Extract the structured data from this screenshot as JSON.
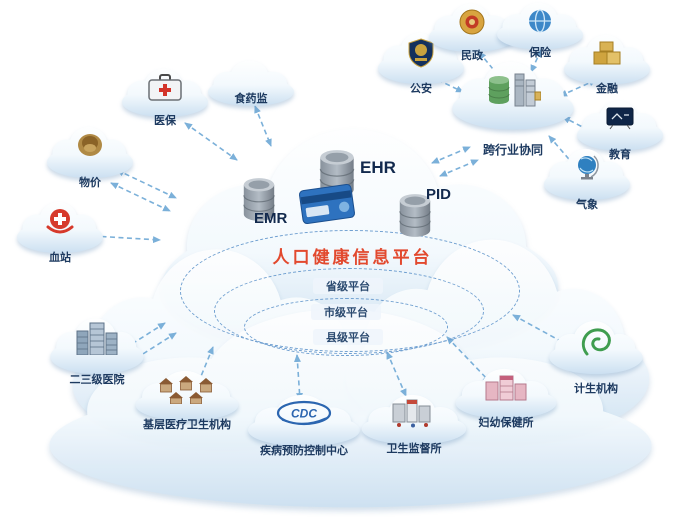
{
  "diagram": {
    "title": "人口健康信息平台",
    "levels": [
      "省级平台",
      "市级平台",
      "县级平台"
    ],
    "databases": {
      "emr": "EMR",
      "ehr": "EHR",
      "pid": "PID"
    },
    "cross_industry_label": "跨行业协同"
  },
  "nodes": {
    "yibao": {
      "label": "医保",
      "icon": "first-aid-case-icon"
    },
    "shiyaojian": {
      "label": "食药监",
      "icon": "cloud-icon"
    },
    "wujia": {
      "label": "物价",
      "icon": "bronze-emblem-icon"
    },
    "xuezhan": {
      "label": "血站",
      "icon": "blood-cross-icon"
    },
    "gongan": {
      "label": "公安",
      "icon": "police-shield-icon"
    },
    "minzheng": {
      "label": "民政",
      "icon": "gold-emblem-icon"
    },
    "baoxian": {
      "label": "保险",
      "icon": "globe-icon"
    },
    "jinrong": {
      "label": "金融",
      "icon": "gold-boxes-icon"
    },
    "jiaoyu": {
      "label": "教育",
      "icon": "blackboard-icon"
    },
    "qixiang": {
      "label": "气象",
      "icon": "globe-stand-icon"
    },
    "kuahangye": {
      "label": "跨行业协同",
      "icon": "server-stack-icon"
    },
    "ersanji": {
      "label": "二三级医院",
      "icon": "hospital-buildings-icon"
    },
    "jiceng": {
      "label": "基层医疗卫生机构",
      "icon": "village-houses-icon"
    },
    "jibing": {
      "label": "疾病预防控制中心",
      "icon": "cdc-logo-icon",
      "logo_text": "CDC"
    },
    "weisheng": {
      "label": "卫生监督所",
      "icon": "office-buildings-icon"
    },
    "fuyou": {
      "label": "妇幼保健所",
      "icon": "pink-buildings-icon"
    },
    "jisheng": {
      "label": "计生机构",
      "icon": "green-ribbon-icon"
    }
  },
  "colors": {
    "title_red": "#e2492e",
    "label_navy": "#1d3a60",
    "arrow_blue": "#7bb0d9",
    "cloud_shade": "#c9def0"
  }
}
